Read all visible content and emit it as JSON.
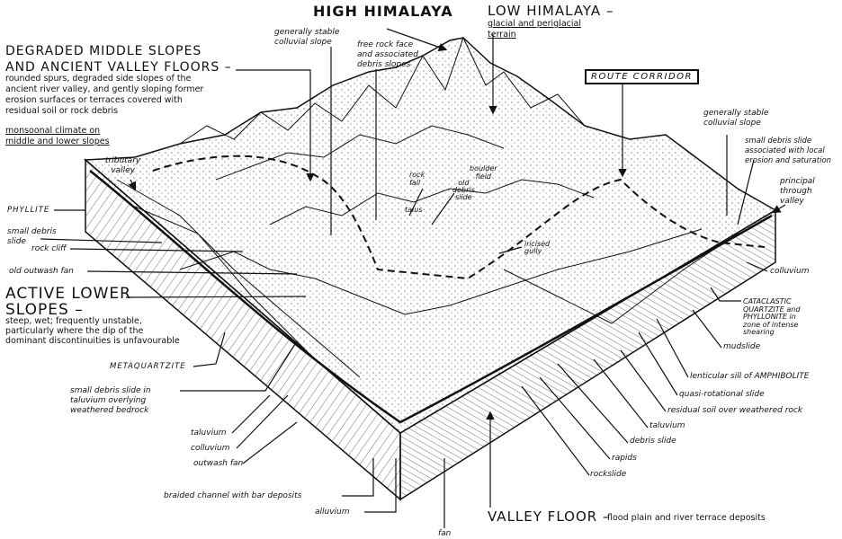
{
  "headings": {
    "high_himalaya": "HIGH HIMALAYA",
    "low_himalaya": "LOW HIMALAYA –",
    "low_himalaya_desc_1": "glacial and periglacial",
    "low_himalaya_desc_2": "terrain",
    "degraded_1": "DEGRADED MIDDLE SLOPES",
    "degraded_2": "AND ANCIENT VALLEY FLOORS –",
    "degraded_desc": [
      "rounded spurs, degraded side slopes of the",
      "ancient river valley, and gently sloping former",
      "erosion surfaces or terraces covered with",
      "residual soil or rock debris"
    ],
    "monsoon_1": "monsoonal climate on",
    "monsoon_2": "middle and lower slopes",
    "active_1": "ACTIVE LOWER",
    "active_2": "SLOPES –",
    "active_desc": [
      "steep, wet; frequently unstable,",
      "particularly where the dip of the",
      "dominant discontinuities is unfavourable"
    ],
    "route_corridor": "ROUTE CORRIDOR",
    "valley_floor": "VALLEY FLOOR –",
    "valley_floor_desc": "flood plain and river terrace deposits"
  },
  "labels": {
    "stable_slope_left": [
      "generally stable",
      "colluvial slope"
    ],
    "free_rock_face": [
      "free rock face",
      "and associated",
      "debris slopes"
    ],
    "stable_slope_right": [
      "generally stable",
      "colluvial slope"
    ],
    "small_debris_local": [
      "small debris slide",
      "associated with local",
      "erosion and saturation"
    ],
    "principal_valley": [
      "principal",
      "through",
      "valley"
    ],
    "tributary_valley": [
      "tributary",
      "valley"
    ],
    "phyllite": "PHYLLITE",
    "small_debris_slide": [
      "small debris",
      "slide"
    ],
    "rock_cliff": "rock cliff",
    "old_outwash_fan": "old outwash fan",
    "metaquartzite": "METAQUARTZITE",
    "small_debris_taluvium": [
      "small debris slide in",
      "taluvium overlying",
      "weathered bedrock"
    ],
    "taluvium_left": "taluvium",
    "colluvium_left": "colluvium",
    "outwash_fan": "outwash fan",
    "braided_channel": "braided channel with bar deposits",
    "alluvium": "alluvium",
    "fan": "fan",
    "rock_fall": [
      "rock",
      "fall"
    ],
    "talus": "talus",
    "boulder_field": [
      "boulder",
      "field"
    ],
    "old_debris_slide": [
      "old",
      "debris",
      "slide"
    ],
    "incised_gully": [
      "incised",
      "gully"
    ],
    "colluvium_right": "colluvium",
    "cataclastic": [
      "CATACLASTIC",
      "QUARTZITE and",
      "PHYLLONITE in",
      "zone of intense",
      "shearing"
    ],
    "mudslide": "mudslide",
    "lenticular_sill": "lenticular sill of AMPHIBOLITE",
    "quasi_rotational": "quasi-rotational slide",
    "residual_soil": "residual soil over weathered rock",
    "taluvium_right": "taluvium",
    "debris_slide": "debris slide",
    "rapids": "rapids",
    "rockslide": "rockslide"
  }
}
